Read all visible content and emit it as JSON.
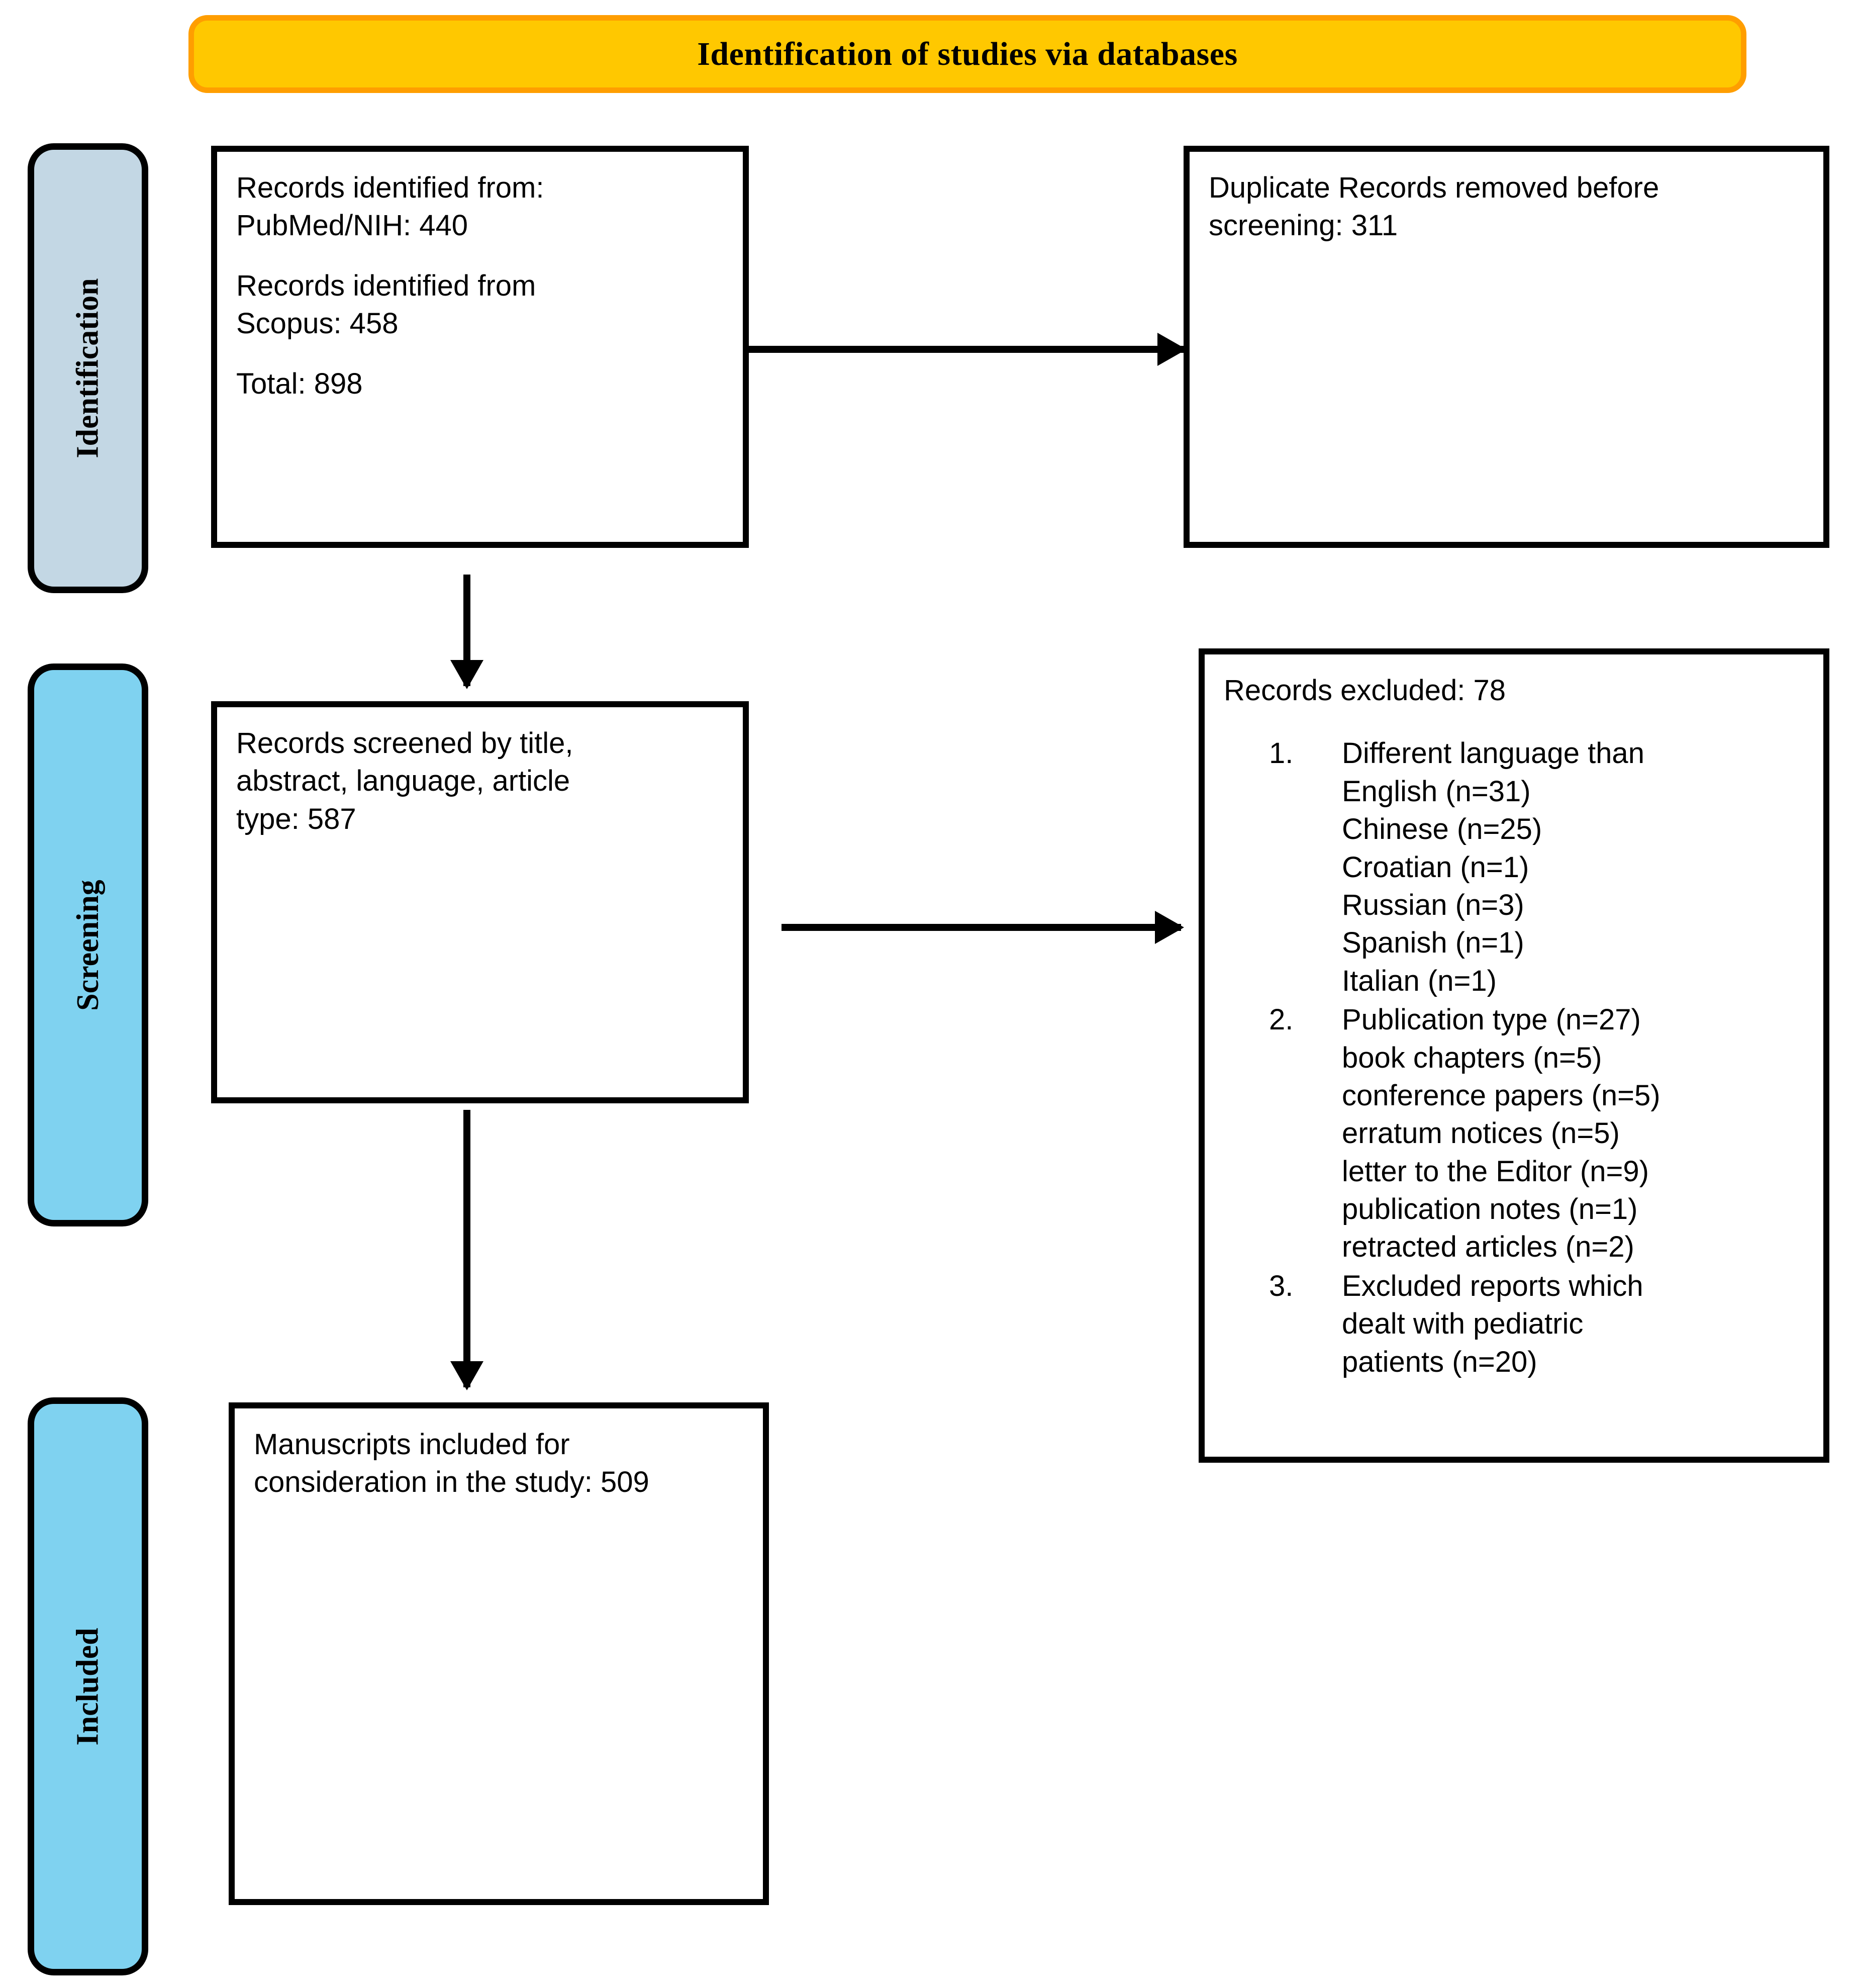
{
  "banner": {
    "title": "Identification of studies via databases",
    "fill_color": "#FFC800",
    "border_color": "#FF9E00"
  },
  "stages": [
    {
      "id": "identification",
      "label": "Identification",
      "color": "#C3D7E4"
    },
    {
      "id": "screening",
      "label": "Screening",
      "color": "#7FD2F0"
    },
    {
      "id": "included",
      "label": "Included",
      "color": "#7FD2F0"
    }
  ],
  "boxes": {
    "identified": {
      "line1": "Records identified from:",
      "line2": "PubMed/NIH: 440",
      "line3": "Records identified from",
      "line4": "Scopus: 458",
      "line5": "Total: 898"
    },
    "duplicates": {
      "line1": "Duplicate Records removed before",
      "line2": "screening: 311"
    },
    "screened": {
      "line1": "Records screened by title,",
      "line2": "abstract, language, article",
      "line3": "type: 587"
    },
    "excluded": {
      "heading": "Records excluded: 78",
      "items": [
        {
          "number": "1.",
          "lines": [
            "Different language than",
            "English (n=31)",
            "Chinese (n=25)",
            "Croatian (n=1)",
            "Russian (n=3)",
            "Spanish (n=1)",
            "Italian (n=1)"
          ]
        },
        {
          "number": "2.",
          "lines": [
            "Publication type (n=27)",
            "book chapters (n=5)",
            "conference papers (n=5)",
            "erratum notices (n=5)",
            "letter to the Editor (n=9)",
            "publication notes (n=1)",
            "retracted articles (n=2)"
          ]
        },
        {
          "number": "3.",
          "lines": [
            "Excluded reports which",
            "dealt with pediatric",
            "patients (n=20)"
          ]
        }
      ]
    },
    "included": {
      "line1": "Manuscripts included for",
      "line2": "consideration in the study: 509"
    }
  },
  "chart_data": {
    "type": "diagram",
    "title": "Identification of studies via databases",
    "diagram_kind": "PRISMA flow diagram",
    "nodes": [
      {
        "stage": "Identification",
        "label": "Records identified from PubMed/NIH",
        "value": 440
      },
      {
        "stage": "Identification",
        "label": "Records identified from Scopus",
        "value": 458
      },
      {
        "stage": "Identification",
        "label": "Total records identified",
        "value": 898
      },
      {
        "stage": "Identification",
        "label": "Duplicate Records removed before screening",
        "value": 311
      },
      {
        "stage": "Screening",
        "label": "Records screened by title, abstract, language, article type",
        "value": 587
      },
      {
        "stage": "Screening",
        "label": "Records excluded",
        "value": 78
      },
      {
        "stage": "Included",
        "label": "Manuscripts included for consideration in the study",
        "value": 509
      }
    ],
    "exclusion_breakdown": [
      {
        "reason": "Different language than English",
        "n": 31
      },
      {
        "reason": "Chinese",
        "n": 25
      },
      {
        "reason": "Croatian",
        "n": 1
      },
      {
        "reason": "Russian",
        "n": 3
      },
      {
        "reason": "Spanish",
        "n": 1
      },
      {
        "reason": "Italian",
        "n": 1
      },
      {
        "reason": "Publication type",
        "n": 27
      },
      {
        "reason": "book chapters",
        "n": 5
      },
      {
        "reason": "conference papers",
        "n": 5
      },
      {
        "reason": "erratum notices",
        "n": 5
      },
      {
        "reason": "letter to the Editor",
        "n": 9
      },
      {
        "reason": "publication notes",
        "n": 1
      },
      {
        "reason": "retracted articles",
        "n": 2
      },
      {
        "reason": "Excluded reports which dealt with pediatric patients",
        "n": 20
      }
    ],
    "edges": [
      {
        "from": "Records identified (total 898)",
        "to": "Duplicate Records removed before screening: 311"
      },
      {
        "from": "Records identified (total 898)",
        "to": "Records screened: 587"
      },
      {
        "from": "Records screened: 587",
        "to": "Records excluded: 78"
      },
      {
        "from": "Records screened: 587",
        "to": "Manuscripts included: 509"
      }
    ]
  }
}
